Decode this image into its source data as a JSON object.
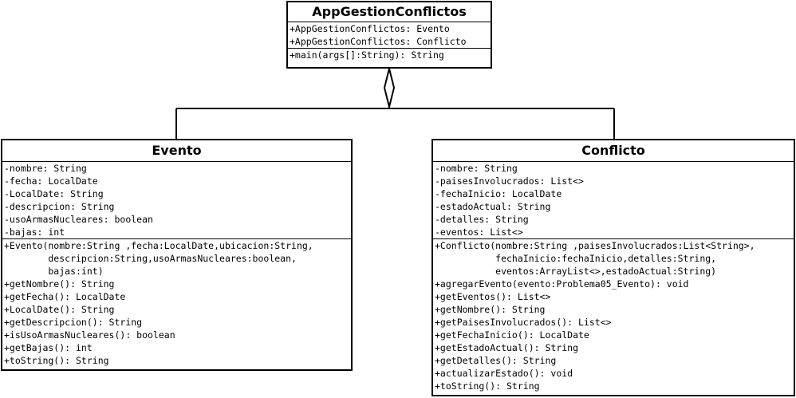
{
  "classes": {
    "app": {
      "name": "AppGestionConflictos",
      "attributes": [
        "+AppGestionConflictos: Evento",
        "+AppGestionConflictos: Conflicto"
      ],
      "methods": [
        "+main(args[]:String): String"
      ]
    },
    "evento": {
      "name": "Evento",
      "attributes": [
        "-nombre: String",
        "-fecha: LocalDate",
        "-LocalDate: String",
        "-descripcion: String",
        "-usoArmasNucleares: boolean",
        "-bajas: int"
      ],
      "methods": [
        "+Evento(nombre:String ,fecha:LocalDate,ubicacion:String,",
        "        descripcion:String,usoArmasNucleares:boolean,",
        "        bajas:int)",
        "+getNombre(): String",
        "+getFecha(): LocalDate",
        "+LocalDate(): String",
        "+getDescripcion(): String",
        "+isUsoArmasNucleares(): boolean",
        "+getBajas(): int",
        "+toString(): String"
      ]
    },
    "conflicto": {
      "name": "Conflicto",
      "attributes": [
        "-nombre: String",
        "-paisesInvolucrados: List<>",
        "-fechaInicio: LocalDate",
        "-estadoActual: String",
        "-detalles: String",
        "-eventos: List<>"
      ],
      "methods": [
        "+Conflicto(nombre:String ,paisesInvolucrados:List<String>,",
        "           fechaInicio:fechaInicio,detalles:String,",
        "           eventos:ArrayList<>,estadoActual:String)",
        "+agregarEvento(evento:Problema05_Evento): void",
        "+getEventos(): List<>",
        "+getNombre(): String",
        "+getPaisesInvolucrados(): List<>",
        "+getFechaInicio(): LocalDate",
        "+getEstadoActual(): String",
        "+getDetalles(): String",
        "+actualizarEstado(): void",
        "+toString(): String"
      ]
    }
  },
  "relationships": [
    {
      "type": "aggregation",
      "whole": "AppGestionConflictos",
      "parts": [
        "Evento",
        "Conflicto"
      ]
    }
  ]
}
